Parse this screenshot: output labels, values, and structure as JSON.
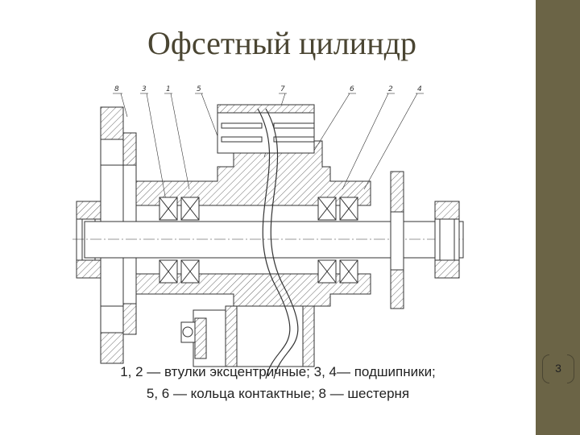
{
  "slide": {
    "title": "Офсетный цилиндр",
    "caption_line1": "1, 2 — втулки эксцентричные; 3, 4— подшипники;",
    "caption_line2": "5, 6 — кольца контактные; 8 — шестерня",
    "page_number": "3"
  },
  "drawing": {
    "part_labels": [
      "8",
      "3",
      "1",
      "5",
      "7",
      "6",
      "2",
      "4"
    ]
  },
  "colors": {
    "sidebar": "#6b6446",
    "title": "#4a4532",
    "line": "#333333"
  }
}
